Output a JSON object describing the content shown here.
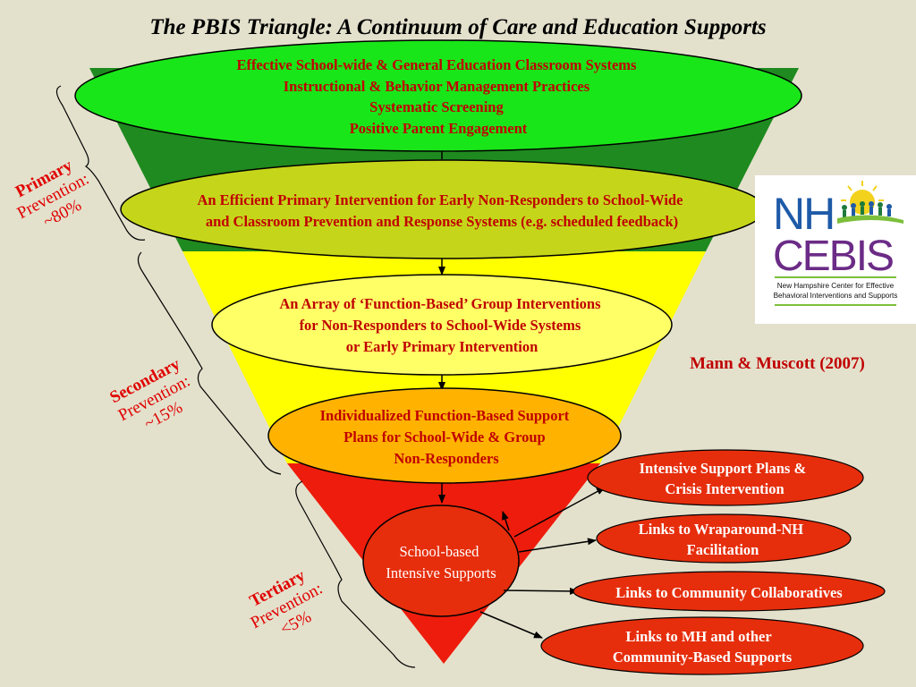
{
  "title": "The PBIS Triangle: A Continuum of Care and Education Supports",
  "levels": [
    {
      "lines": [
        "Effective School-wide & General Education Classroom Systems",
        "Instructional & Behavior Management Practices",
        "Systematic Screening",
        "Positive Parent Engagement"
      ]
    },
    {
      "lines": [
        "An Efficient Primary Intervention for Early Non-Responders to School-Wide",
        "and Classroom Prevention and Response Systems (e.g. scheduled feedback)"
      ]
    },
    {
      "lines": [
        "An Array of ‘Function-Based’ Group Interventions",
        "for Non-Responders to School-Wide Systems",
        "or Early Primary Intervention"
      ]
    },
    {
      "lines": [
        "Individualized Function-Based Support",
        "Plans for School-Wide & Group",
        "Non-Responders"
      ]
    }
  ],
  "core": {
    "lines": [
      "School-based",
      "Intensive Supports"
    ]
  },
  "links": [
    {
      "lines": [
        "Intensive Support Plans &",
        "Crisis Intervention"
      ]
    },
    {
      "lines": [
        "Links to Wraparound-NH",
        "Facilitation"
      ]
    },
    {
      "lines": [
        "Links to Community Collaboratives"
      ]
    },
    {
      "lines": [
        "Links to MH and other",
        "Community-Based Supports"
      ]
    }
  ],
  "tiers": [
    {
      "name": "Primary",
      "label": "Prevention:",
      "percent": "~80%"
    },
    {
      "name": "Secondary",
      "label": "Prevention:",
      "percent": "~15%"
    },
    {
      "name": "Tertiary",
      "label": "Prevention:",
      "percent": "<5%"
    }
  ],
  "citation": "Mann & Muscott (2007)",
  "logo": {
    "nh": "NH",
    "cebis": "CEBIS",
    "subtitle_line1": "New Hampshire Center for Effective",
    "subtitle_line2": "Behavioral Interventions and Supports"
  },
  "colors": {
    "background": "#e3e1cc",
    "primary_band": "#1f8a1f",
    "primary_oval": "#19e619",
    "early_oval": "#c5d61a",
    "secondary_band": "#ffff00",
    "secondary_oval": "#ffff66",
    "secondary_late_oval": "#ffb300",
    "tertiary_band": "#ee1c0c",
    "link_oval": "#e62e0c",
    "label_red": "#c00000"
  }
}
